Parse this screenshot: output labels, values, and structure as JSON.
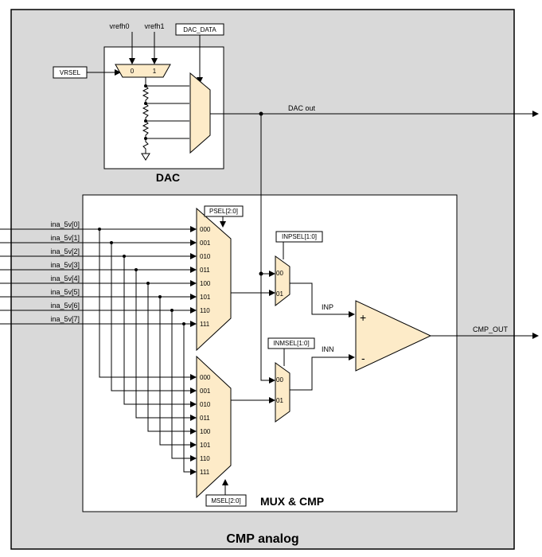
{
  "outer_block": {
    "label": "CMP analog",
    "fill": "#d9d9d9"
  },
  "dac": {
    "title": "DAC",
    "vrefh0": "vrefh0",
    "vrefh1": "vrefh1",
    "vrsel": "VRSEL",
    "dac_data": "DAC_DATA",
    "sel0": "0",
    "sel1": "1",
    "dac_out": "DAC out"
  },
  "mux_cmp": {
    "title": "MUX & CMP",
    "inputs": [
      "ina_5v[0]",
      "ina_5v[1]",
      "ina_5v[2]",
      "ina_5v[3]",
      "ina_5v[4]",
      "ina_5v[5]",
      "ina_5v[6]",
      "ina_5v[7]"
    ],
    "codes": [
      "000",
      "001",
      "010",
      "011",
      "100",
      "101",
      "110",
      "111"
    ],
    "psel": "PSEL[2:0]",
    "msel": "MSEL[2:0]",
    "inpsel": "INPSEL[1:0]",
    "inmsel": "INMSEL[1:0]",
    "sel00": "00",
    "sel01": "01",
    "inp": "INP",
    "inn": "INN",
    "plus": "+",
    "minus": "-",
    "cmp_out": "CMP_OUT"
  },
  "colors": {
    "mux_fill": "#fdebc8",
    "mux_stroke": "#000000"
  }
}
